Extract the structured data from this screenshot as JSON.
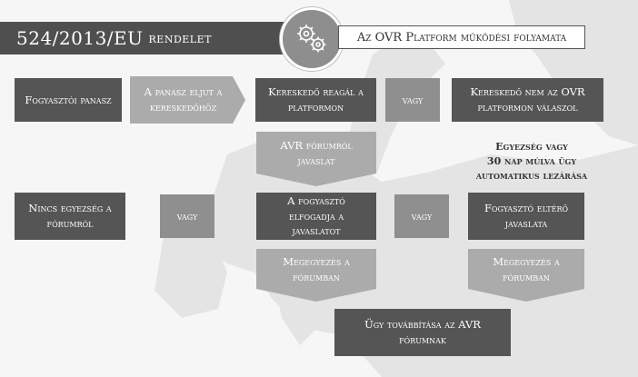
{
  "title": {
    "main": "524/2013/EU",
    "sub": "rendelet"
  },
  "header": "Az OVR Platform működési folyamata",
  "icon": "gears-icon",
  "boxes": {
    "b1": "Fogyasztói panasz",
    "b2": "A panasz eljut a kereskedőhöz",
    "b3": "Kereskedő reagál a platformon",
    "b4": "vagy",
    "b5": "Kereskedő nem az OVR platformon válaszol",
    "b6": "AVR fórumról javaslat",
    "b7": "Nincs egyezség a fórumról",
    "b8": "vagy",
    "b9": "A fogyasztó elfogadja a javaslatot",
    "b10": "vagy",
    "b11": "Fogyasztó eltérő javaslata",
    "b12": "Megegyezés a fórumban",
    "b13": "Megegyezés a fórumban",
    "b14": "Ügy továbbítása az AVR fórumnak"
  },
  "note": {
    "line1": "Egyezség vagy",
    "line2": "30 nap múlva ügy",
    "line3": "automatikus lezárása"
  },
  "colors": {
    "dark": "#555555",
    "mid": "#8f8f8f",
    "light": "#ababab",
    "map": "#e4e4e4"
  }
}
